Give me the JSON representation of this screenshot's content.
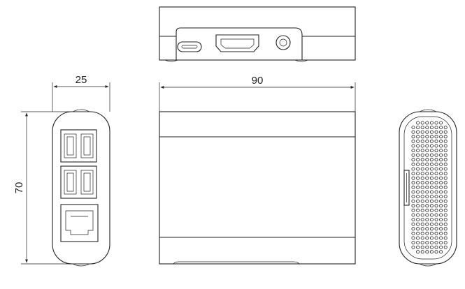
{
  "dimensions": {
    "width_label": "25",
    "length_label": "90",
    "height_label": "70"
  },
  "views": [
    "top-view",
    "left-side-view",
    "front-view",
    "right-side-view"
  ],
  "colors": {
    "line": "#222222",
    "background": "#ffffff"
  }
}
